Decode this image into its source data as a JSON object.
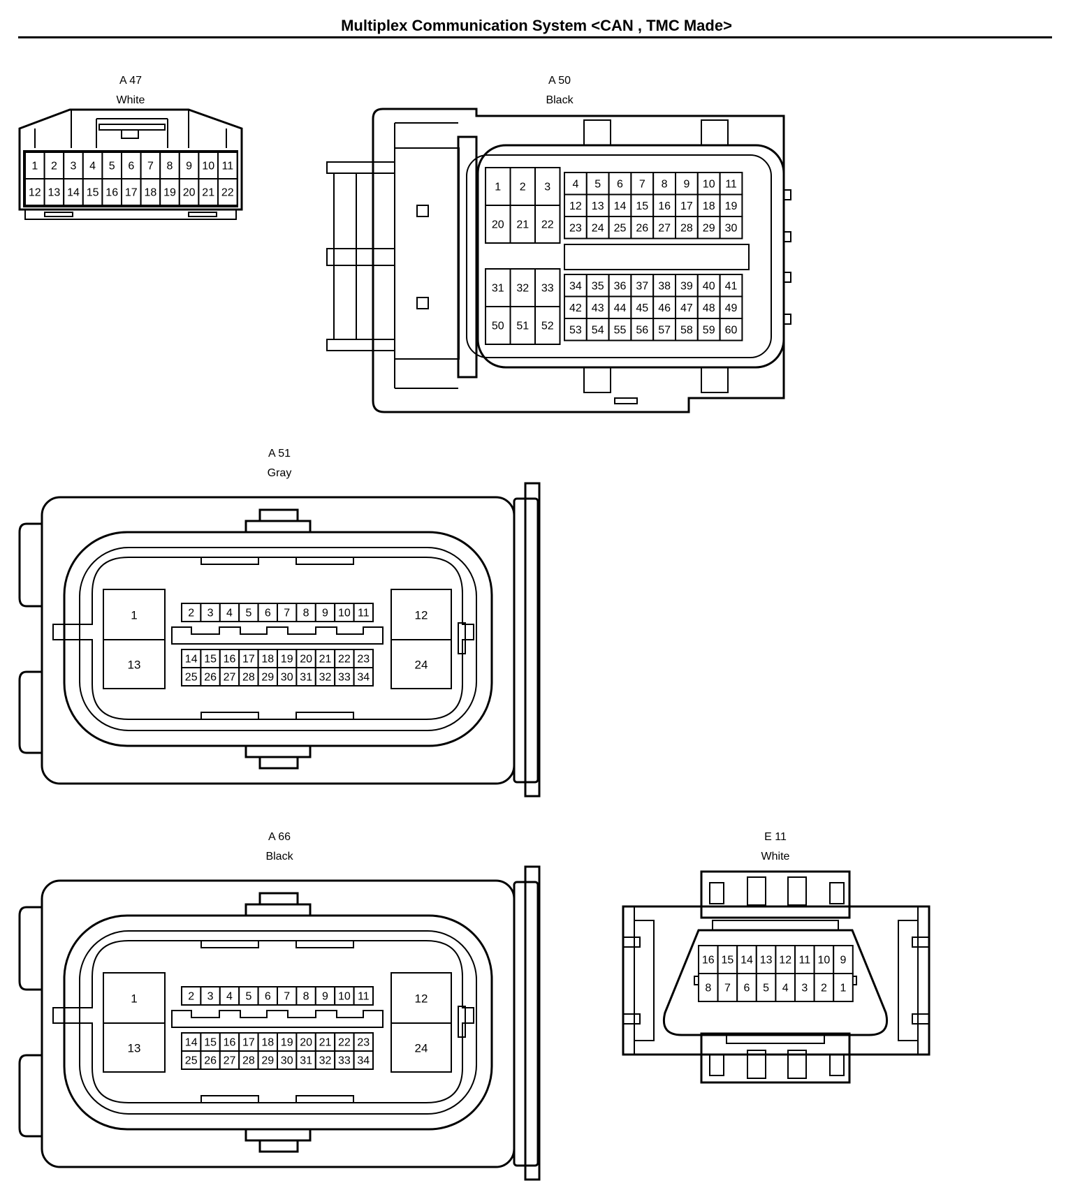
{
  "title": "Multiplex Communication System <CAN , TMC Made>",
  "connectors": {
    "a47": {
      "code": "A 47",
      "color": "White",
      "rows": [
        [
          "1",
          "2",
          "3",
          "4",
          "5",
          "6",
          "7",
          "8",
          "9",
          "10",
          "11"
        ],
        [
          "12",
          "13",
          "14",
          "15",
          "16",
          "17",
          "18",
          "19",
          "20",
          "21",
          "22"
        ]
      ]
    },
    "a50": {
      "code": "A 50",
      "color": "Black",
      "upper_left": [
        [
          "1",
          "2",
          "3"
        ],
        [
          "20",
          "21",
          "22"
        ]
      ],
      "upper_right": [
        [
          "4",
          "5",
          "6",
          "7",
          "8",
          "9",
          "10",
          "11"
        ],
        [
          "12",
          "13",
          "14",
          "15",
          "16",
          "17",
          "18",
          "19"
        ],
        [
          "23",
          "24",
          "25",
          "26",
          "27",
          "28",
          "29",
          "30"
        ]
      ],
      "lower_left": [
        [
          "31",
          "32",
          "33"
        ],
        [
          "50",
          "51",
          "52"
        ]
      ],
      "lower_right": [
        [
          "34",
          "35",
          "36",
          "37",
          "38",
          "39",
          "40",
          "41"
        ],
        [
          "42",
          "43",
          "44",
          "45",
          "46",
          "47",
          "48",
          "49"
        ],
        [
          "53",
          "54",
          "55",
          "56",
          "57",
          "58",
          "59",
          "60"
        ]
      ]
    },
    "a51": {
      "code": "A 51",
      "color": "Gray",
      "left_big": [
        "1",
        "13"
      ],
      "right_big": [
        "12",
        "24"
      ],
      "top_row": [
        "2",
        "3",
        "4",
        "5",
        "6",
        "7",
        "8",
        "9",
        "10",
        "11"
      ],
      "mid_row": [
        "14",
        "15",
        "16",
        "17",
        "18",
        "19",
        "20",
        "21",
        "22",
        "23"
      ],
      "bot_row": [
        "25",
        "26",
        "27",
        "28",
        "29",
        "30",
        "31",
        "32",
        "33",
        "34"
      ]
    },
    "a66": {
      "code": "A 66",
      "color": "Black",
      "left_big": [
        "1",
        "13"
      ],
      "right_big": [
        "12",
        "24"
      ],
      "top_row": [
        "2",
        "3",
        "4",
        "5",
        "6",
        "7",
        "8",
        "9",
        "10",
        "11"
      ],
      "mid_row": [
        "14",
        "15",
        "16",
        "17",
        "18",
        "19",
        "20",
        "21",
        "22",
        "23"
      ],
      "bot_row": [
        "25",
        "26",
        "27",
        "28",
        "29",
        "30",
        "31",
        "32",
        "33",
        "34"
      ]
    },
    "e11": {
      "code": "E 11",
      "color": "White",
      "rows": [
        [
          "16",
          "15",
          "14",
          "13",
          "12",
          "11",
          "10",
          "9"
        ],
        [
          "8",
          "7",
          "6",
          "5",
          "4",
          "3",
          "2",
          "1"
        ]
      ]
    }
  }
}
